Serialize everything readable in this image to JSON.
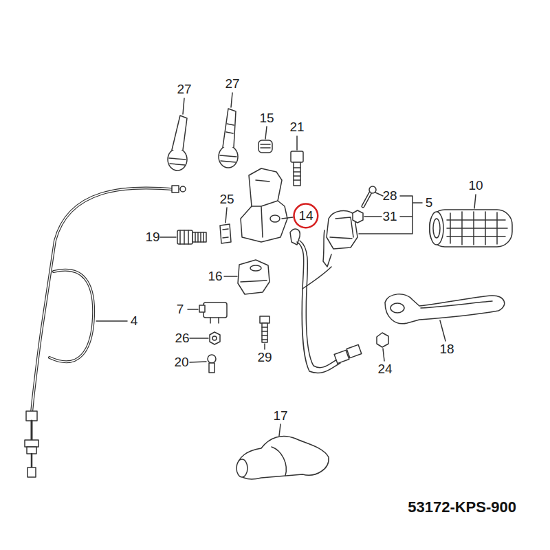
{
  "diagram": {
    "nodes": [
      {
        "text": [
          "14"
        ]
      }
    ],
    "labels": [
      "27",
      "27",
      "15",
      "21",
      "25",
      "28",
      "5",
      "10",
      "19",
      "31",
      "16",
      "7",
      "4",
      "26",
      "29",
      "18",
      "24",
      "20",
      "17",
      "53172-KPS-900"
    ]
  }
}
